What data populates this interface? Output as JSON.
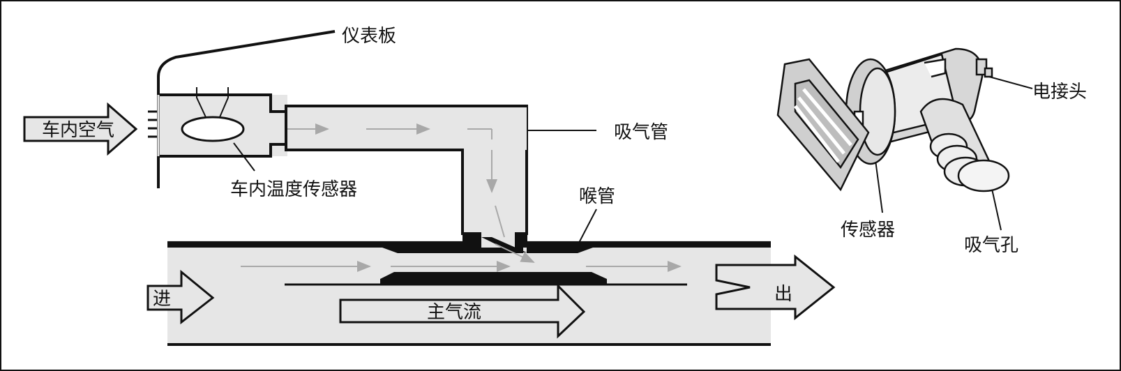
{
  "labels": {
    "dashboard": "仪表板",
    "cabin_air": "车内空气",
    "intake_pipe": "吸气管",
    "cabin_temp_sensor": "车内温度传感器",
    "throat_pipe": "喉管",
    "inlet": "进",
    "main_airflow": "主气流",
    "outlet": "出",
    "electrical_connector": "电接头",
    "sensor": "传感器",
    "intake_hole": "吸气孔"
  },
  "colors": {
    "line": "#111111",
    "fill_gray": "#e6e6e6",
    "arrow_gray": "#a8a8a8",
    "background": "#ffffff"
  }
}
